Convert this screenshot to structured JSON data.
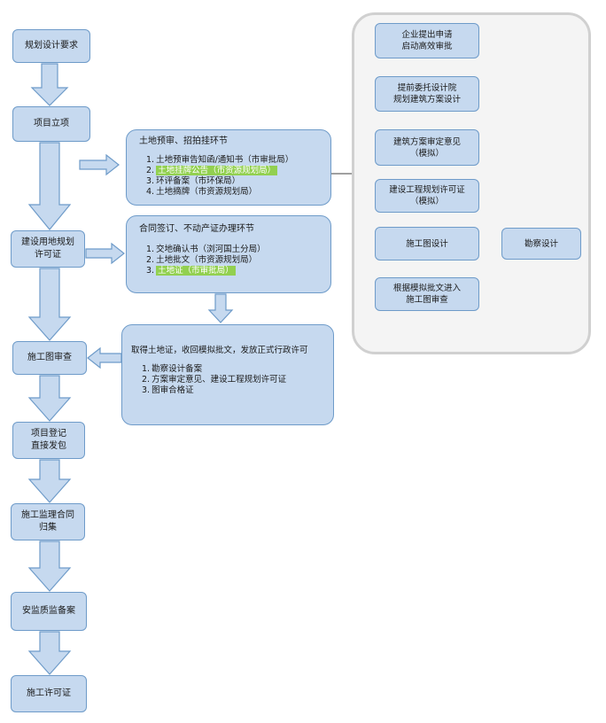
{
  "main_flow": [
    "规划设计要求",
    "项目立项",
    "建设用地规划\n许可证",
    "施工图审查",
    "项目登记\n直接发包",
    "施工监理合同\n归集",
    "安监质监备案",
    "施工许可证"
  ],
  "info_boxes": {
    "land_auction": {
      "title": "土地预审、招拍挂环节",
      "items": [
        {
          "num": "1.",
          "text": "土地预审告知函/通知书（市审批局）",
          "highlight": false
        },
        {
          "num": "2.",
          "text": "土地挂牌公告（市资源规划局）",
          "highlight": true
        },
        {
          "num": "3.",
          "text": "环评备案（市环保局）",
          "highlight": false
        },
        {
          "num": "4.",
          "text": "土地摘牌（市资源规划局）",
          "highlight": false
        }
      ]
    },
    "contract": {
      "title": "合同签订、不动产证办理环节",
      "items": [
        {
          "num": "1.",
          "text": "交地确认书（浏河国土分局）",
          "highlight": false
        },
        {
          "num": "2.",
          "text": "土地批文（市资源规划局）",
          "highlight": false
        },
        {
          "num": "3.",
          "text": "土地证（市审批局）",
          "highlight": true
        }
      ]
    },
    "permit": {
      "title": "取得土地证，收回模拟批文，发放正式行政许可",
      "items": [
        {
          "num": "1.",
          "text": "勘察设计备案",
          "highlight": false
        },
        {
          "num": "2.",
          "text": "方案审定意见、建设工程规划许可证",
          "highlight": false
        },
        {
          "num": "3.",
          "text": "图审合格证",
          "highlight": false
        }
      ]
    }
  },
  "side_flow": [
    "企业提出申请\n启动高效审批",
    "提前委托设计院\n规划建筑方案设计",
    "建筑方案审定意见\n（模拟）",
    "建设工程规划许可证\n（模拟）",
    "施工图设计",
    "根据模拟批文进入\n施工图审查"
  ],
  "side_extra": "勘察设计",
  "colors": {
    "box_fill": "#c6d9ef",
    "box_border": "#6e9bc9",
    "highlight": "#92d050",
    "panel_fill": "#f4f4f4",
    "panel_border": "#d0d0d0"
  }
}
